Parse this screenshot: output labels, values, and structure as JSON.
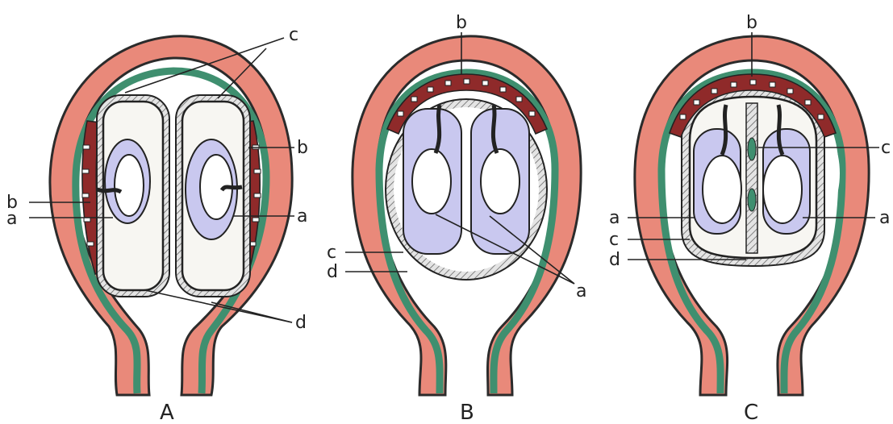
{
  "panels": [
    {
      "id": "A",
      "caption": "A",
      "labels": {
        "a_left": "a",
        "a_right": "a",
        "b_left": "b",
        "b_right": "b",
        "c": "c",
        "d": "d"
      }
    },
    {
      "id": "B",
      "caption": "B",
      "labels": {
        "b": "b",
        "c": "c",
        "d": "d",
        "a": "a"
      }
    },
    {
      "id": "C",
      "caption": "C",
      "labels": {
        "b": "b",
        "c_right": "c",
        "a_left": "a",
        "a_right": "a",
        "c_left": "c",
        "d": "d"
      }
    }
  ],
  "colors": {
    "uterine_wall": "#e9897a",
    "chorion": "#3f8f6f",
    "placenta": "#8f2a2a",
    "yolk_sac": "#c9c8ef"
  }
}
